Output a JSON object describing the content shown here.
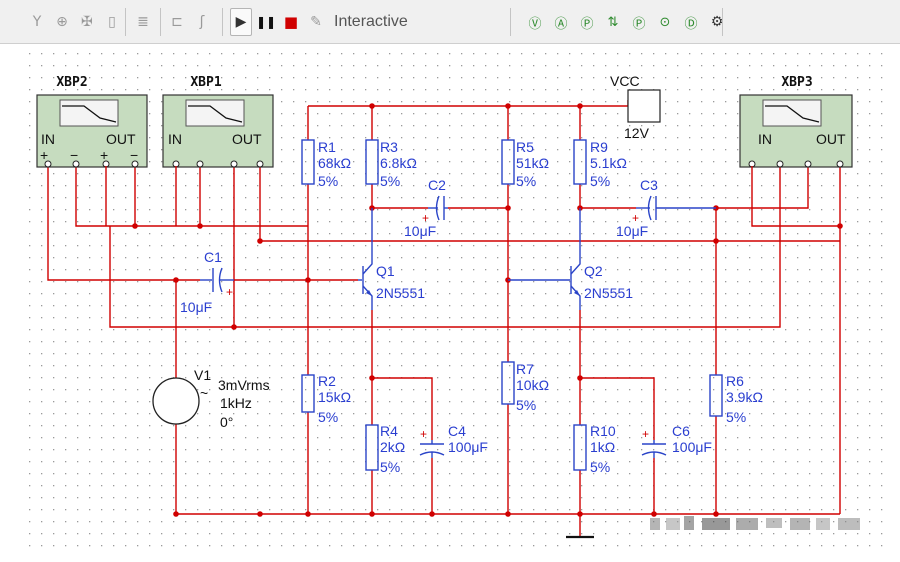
{
  "toolbar": {
    "mode_label": "Interactive",
    "left_icons": [
      "probe-icon",
      "network-analyzer-icon",
      "iv-analyzer-icon",
      "voltmeter-icon",
      "spectrum-icon",
      "logic-icon",
      "wave-icon"
    ],
    "sim_controls": [
      "run-icon",
      "pause-icon",
      "stop-icon",
      "probe-settings-icon"
    ],
    "green_icons": [
      "v-probe-icon",
      "a-probe-icon",
      "p-probe-icon",
      "diff-v-probe-icon",
      "diff-probe-icon",
      "ref-probe-icon",
      "digital-probe-icon",
      "gear-icon"
    ]
  },
  "instruments": {
    "xbp2": {
      "name": "XBP2",
      "in": "IN",
      "out": "OUT"
    },
    "xbp1": {
      "name": "XBP1",
      "in": "IN",
      "out": "OUT"
    },
    "xbp3": {
      "name": "XBP3",
      "in": "IN",
      "out": "OUT"
    }
  },
  "supply": {
    "name": "VCC",
    "value": "12V"
  },
  "source": {
    "name": "V1",
    "amplitude": "3mVrms",
    "frequency": "1kHz",
    "phase": "0°"
  },
  "transistors": [
    {
      "name": "Q1",
      "model": "2N5551"
    },
    {
      "name": "Q2",
      "model": "2N5551"
    }
  ],
  "resistors": {
    "r1": {
      "name": "R1",
      "value": "68kΩ",
      "tol": "5%"
    },
    "r2": {
      "name": "R2",
      "value": "15kΩ",
      "tol": "5%"
    },
    "r3": {
      "name": "R3",
      "value": "6.8kΩ",
      "tol": "5%"
    },
    "r4": {
      "name": "R4",
      "value": "2kΩ",
      "tol": "5%"
    },
    "r5": {
      "name": "R5",
      "value": "51kΩ",
      "tol": "5%"
    },
    "r6": {
      "name": "R6",
      "value": "3.9kΩ",
      "tol": "5%"
    },
    "r7": {
      "name": "R7",
      "value": "10kΩ",
      "tol": "5%"
    },
    "r9": {
      "name": "R9",
      "value": "5.1kΩ",
      "tol": "5%"
    },
    "r10": {
      "name": "R10",
      "value": "1kΩ",
      "tol": "5%"
    }
  },
  "capacitors": {
    "c1": {
      "name": "C1",
      "value": "10μF"
    },
    "c2": {
      "name": "C2",
      "value": "10μF"
    },
    "c3": {
      "name": "C3",
      "value": "10μF"
    },
    "c4": {
      "name": "C4",
      "value": "100μF"
    },
    "c6": {
      "name": "C6",
      "value": "100μF"
    }
  },
  "colors": {
    "wire": "#d00000",
    "component": "#2a44c8",
    "instrument_fill": "#c6dcbf",
    "grid_dot": "#9a9a9a"
  }
}
